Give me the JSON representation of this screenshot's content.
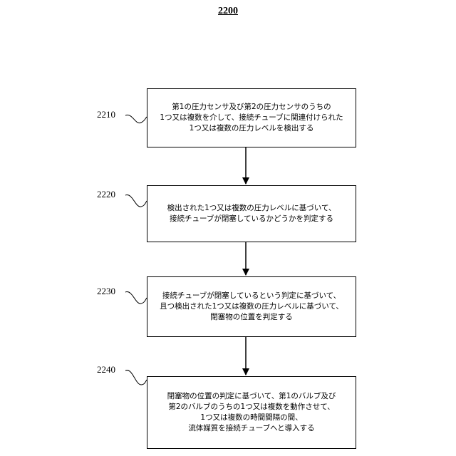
{
  "figure": {
    "number": "2200"
  },
  "steps": [
    {
      "ref": "2210",
      "lines": [
        "第1の圧力センサ及び第2の圧力センサのうちの",
        "1つ又は複数を介して、接続チューブに関連付けられた",
        "1つ又は複数の圧力レベルを検出する"
      ]
    },
    {
      "ref": "2220",
      "lines": [
        "検出された1つ又は複数の圧力レベルに基づいて、",
        "接続チューブが閉塞しているかどうかを判定する"
      ]
    },
    {
      "ref": "2230",
      "lines": [
        "接続チューブが閉塞しているという判定に基づいて、",
        "且つ検出された1つ又は複数の圧力レベルに基づいて、",
        "閉塞物の位置を判定する"
      ]
    },
    {
      "ref": "2240",
      "lines": [
        "閉塞物の位置の判定に基づいて、第1のバルブ及び",
        "第2のバルブのうちの1つ又は複数を動作させて、",
        "1つ又は複数の時間間隔の間、",
        "流体媒質を接続チューブへと導入する"
      ]
    }
  ]
}
